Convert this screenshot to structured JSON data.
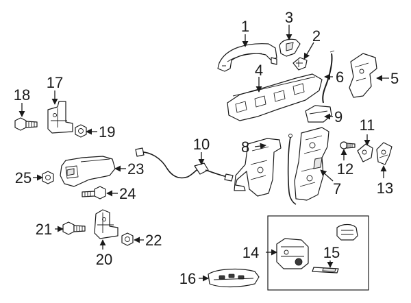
{
  "callouts": {
    "c1": "1",
    "c2": "2",
    "c3": "3",
    "c4": "4",
    "c5": "5",
    "c6": "6",
    "c7": "7",
    "c8": "8",
    "c9": "9",
    "c10": "10",
    "c11": "11",
    "c12": "12",
    "c13": "13",
    "c14": "14",
    "c15": "15",
    "c16": "16",
    "c17": "17",
    "c18": "18",
    "c19": "19",
    "c20": "20",
    "c21": "21",
    "c22": "22",
    "c23": "23",
    "c24": "24",
    "c25": "25"
  },
  "colors": {
    "line": "#1a1a1a",
    "background": "#ffffff",
    "shade": "#e6e6e6"
  }
}
